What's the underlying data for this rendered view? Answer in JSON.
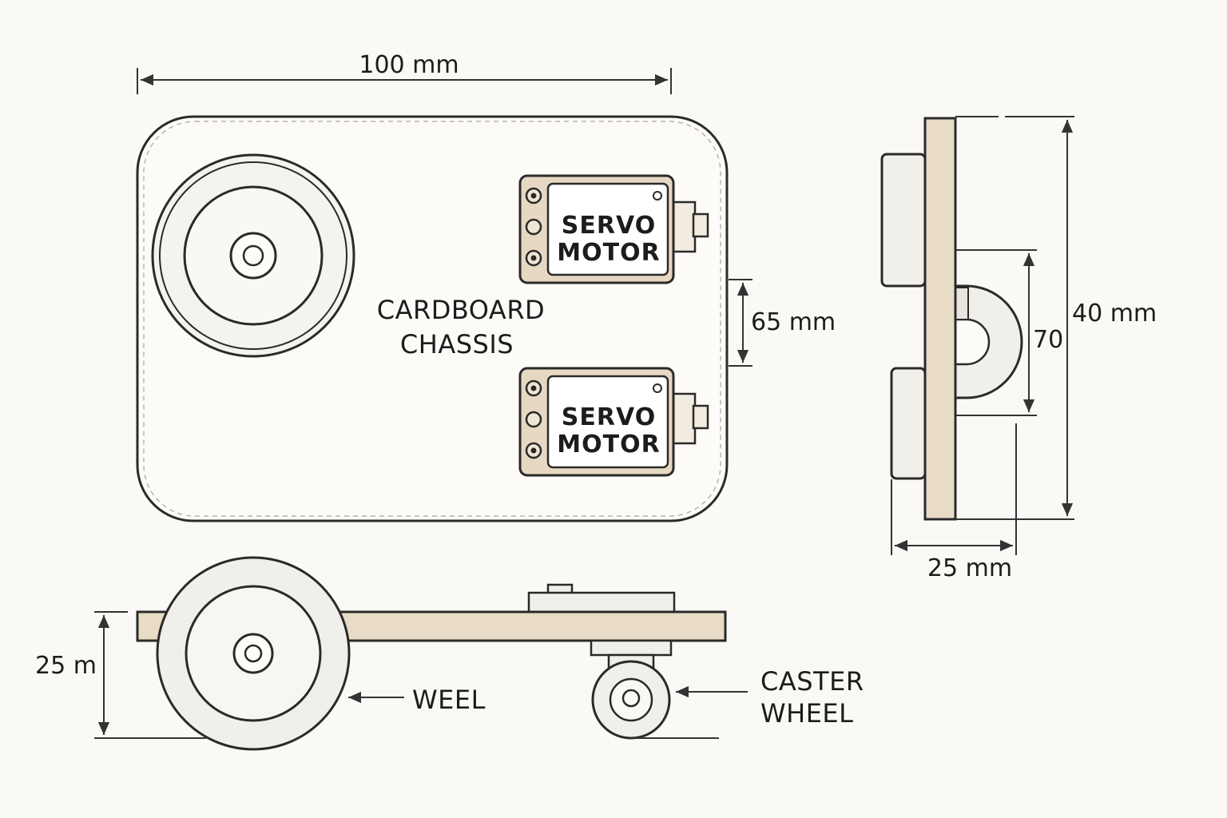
{
  "top_view": {
    "width_dim": "100 mm",
    "chassis_label": [
      "CARDBOARD",
      "CHASSIS"
    ],
    "servo_label": [
      "SERVO",
      "MOTOR"
    ],
    "spacing_dim": "65 mm"
  },
  "side_view": {
    "height_dim": "25 m",
    "wheel_label": "WEEL",
    "caster_label": [
      "CASTER",
      "WHEEL"
    ]
  },
  "end_view": {
    "height_dim": "40 mm",
    "inner_dim": "70",
    "width_dim": "25 mm"
  },
  "colors": {
    "outline": "#2a2a2a",
    "cardboard": "#e8dcc6",
    "servo_body": "#e6d8c2",
    "panel": "#ffffff",
    "wheel_fill": "#f1efe9",
    "background": "#faf9f5"
  }
}
